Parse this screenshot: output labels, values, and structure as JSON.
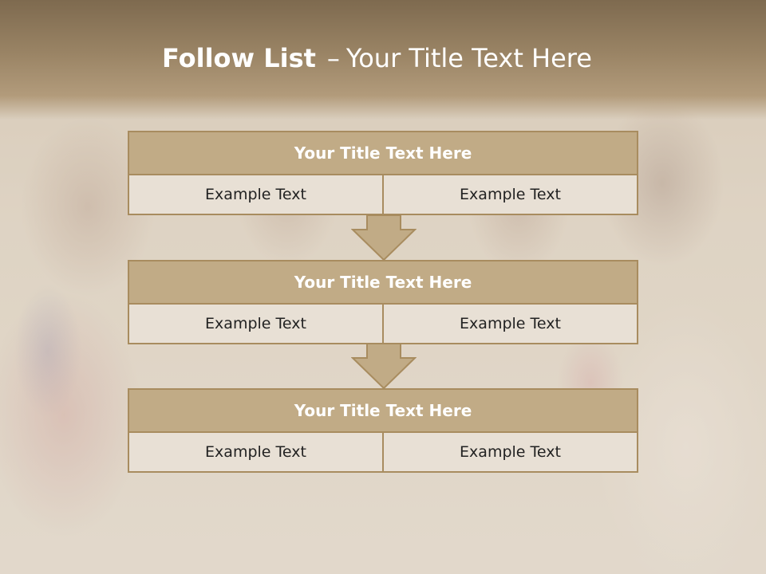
{
  "title": {
    "bold": "Follow List",
    "dash": "–",
    "rest": "Your Title Text Here"
  },
  "blocks": [
    {
      "title": "Your Title Text Here",
      "left": "Example Text",
      "right": "Example Text"
    },
    {
      "title": "Your Title Text Here",
      "left": "Example Text",
      "right": "Example Text"
    },
    {
      "title": "Your Title Text Here",
      "left": "Example Text",
      "right": "Example Text"
    }
  ],
  "colors": {
    "header_band": "#9a8465",
    "block_title_fill": "#c1ab86",
    "block_border": "#a88c5f",
    "cell_fill": "#e8e0d5"
  }
}
